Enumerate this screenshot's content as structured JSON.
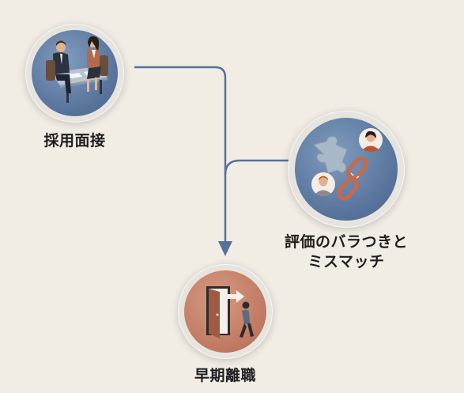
{
  "nodes": {
    "interview": {
      "label": "採用面接",
      "icon": "interview-icon"
    },
    "mismatch": {
      "line1": "評価のバラつきと",
      "line2": "ミスマッチ",
      "icon": "puzzle-chain-icon"
    },
    "turnover": {
      "label": "早期離職",
      "icon": "exit-door-icon"
    }
  },
  "colors": {
    "background": "#f1ede5",
    "blue_disc": "#5d789e",
    "terracotta_disc": "#c47b64",
    "connector": "#55729b"
  }
}
